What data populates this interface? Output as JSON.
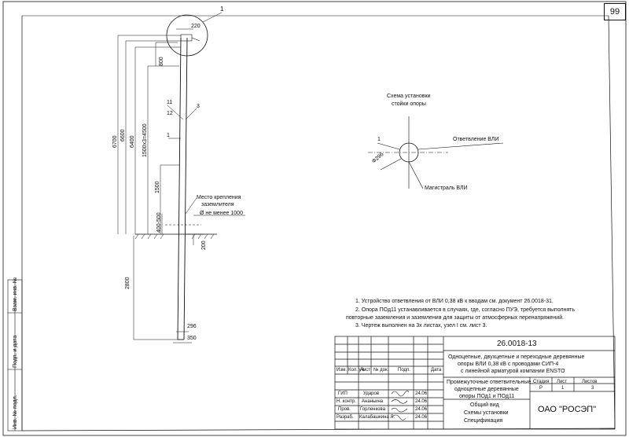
{
  "page_number": "99",
  "dimensions": {
    "d220": "220",
    "d800": "800",
    "d6700": "6700",
    "d6600": "6600",
    "d6400": "6400",
    "d1500x3": "1500х3=4500",
    "d1500": "1500",
    "d400_500": "400-500",
    "d200": "200",
    "d2800": "2800",
    "d296": "296",
    "d350": "350",
    "phi296": "Ф296"
  },
  "callouts": {
    "c1_top": "1",
    "c11": "11",
    "c3": "3",
    "c12": "12",
    "c1_mid": "1",
    "c1_right": "1"
  },
  "annotations": {
    "grounding_place_line1": "Место крепления",
    "grounding_place_line2": "заземлителя",
    "depth_note": "Ø не менее 1000"
  },
  "scheme": {
    "title_line1": "Схема установки",
    "title_line2": "стойки опоры",
    "branch_label": "Ответвление ВЛИ",
    "main_label": "Магистраль ВЛИ"
  },
  "notes": {
    "n1": "1. Устройство ответвления от ВЛИ 0,38 кВ к вводам см. документ 26.0018-31.",
    "n2a": "2. Опора ПОд11 устанавливается в случаях, где, согласно ПУЭ, требуется выполнять",
    "n2b": "повторные заземления и заземления для защиты от атмосферных перенапряжений.",
    "n3": "3. Чертеж выполнен на 3х листах, узел I см. лист 3."
  },
  "side_stamp": {
    "inv_podl": "Инв. № подл.",
    "podp_data": "Подп. и дата",
    "vzam_inv": "Взам. инв. №"
  },
  "title_block": {
    "doc_code": "26.0018-13",
    "description_l1": "Одноцепные, двухцепные и переходные деревянные",
    "description_l2": "опоры ВЛИ 0,38 кВ с проводами СИП-4",
    "description_l3": "с линейной арматурой компании ENSTO",
    "sheet_title_l1": "Промежуточные ответвительные",
    "sheet_title_l2": "одноцепные деревянные",
    "sheet_title_l3": "опоры ПОд1 и ПОд11",
    "view_l1": "Общий вид",
    "view_l2": "Схемы установки",
    "view_l3": "Спецификация",
    "company": "ОАО \"РОСЭП\"",
    "hdr_stage": "Стадия",
    "hdr_sheet": "Лист",
    "hdr_sheets": "Листов",
    "val_stage": "Р",
    "val_sheet": "1",
    "val_sheets": "3",
    "col_izm": "Изм.",
    "col_kol": "Кол. уч.",
    "col_list": "Лист",
    "col_ndok": "№ док.",
    "col_podp": "Подп.",
    "col_data": "Дата",
    "rows": [
      {
        "role": "ГИП",
        "name": "Ударов",
        "date": "24.06"
      },
      {
        "role": "Н. контр.",
        "name": "Ананьина",
        "date": "24.06"
      },
      {
        "role": "Пров.",
        "name": "Горленкова",
        "date": "24.06"
      },
      {
        "role": "Разраб.",
        "name": "Калабашкина Л.",
        "date": "24.06"
      }
    ]
  }
}
